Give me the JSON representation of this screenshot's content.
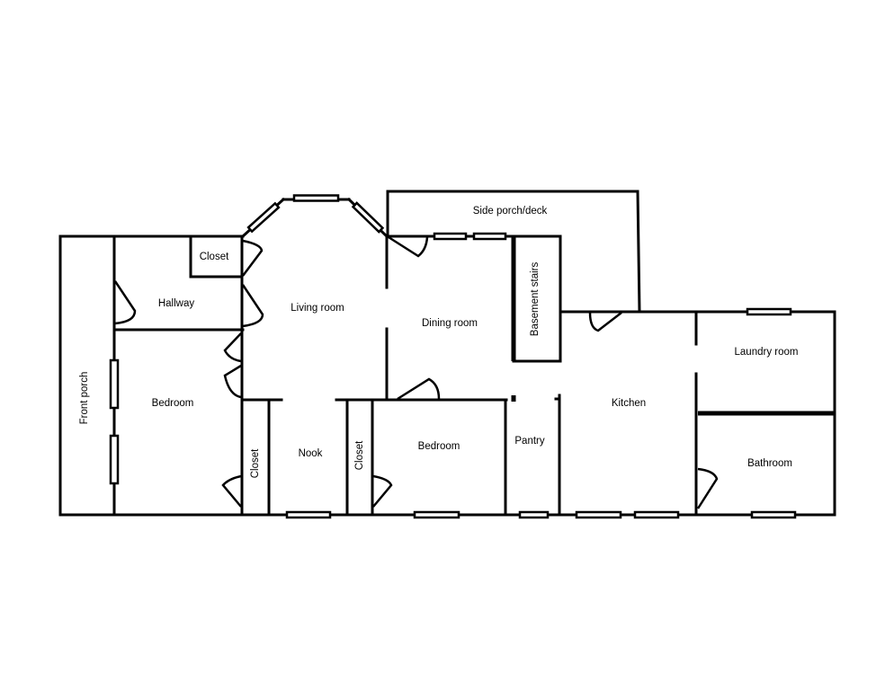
{
  "diagram": {
    "type": "floor-plan",
    "colors": {
      "line": "#000000",
      "background": "#ffffff"
    },
    "rooms": [
      {
        "id": "front-porch",
        "label": "Front porch",
        "orientation": "vertical"
      },
      {
        "id": "hallway",
        "label": "Hallway"
      },
      {
        "id": "closet-hall",
        "label": "Closet"
      },
      {
        "id": "living-room",
        "label": "Living room"
      },
      {
        "id": "bedroom-1",
        "label": "Bedroom"
      },
      {
        "id": "closet-left",
        "label": "Closet",
        "orientation": "vertical"
      },
      {
        "id": "nook",
        "label": "Nook"
      },
      {
        "id": "closet-right",
        "label": "Closet",
        "orientation": "vertical"
      },
      {
        "id": "bedroom-2",
        "label": "Bedroom"
      },
      {
        "id": "side-porch",
        "label": "Side porch/deck"
      },
      {
        "id": "dining-room",
        "label": "Dining room"
      },
      {
        "id": "basement-stairs",
        "label": "Basement stairs",
        "orientation": "vertical"
      },
      {
        "id": "pantry",
        "label": "Pantry"
      },
      {
        "id": "kitchen",
        "label": "Kitchen"
      },
      {
        "id": "laundry-room",
        "label": "Laundry room"
      },
      {
        "id": "bathroom",
        "label": "Bathroom"
      }
    ]
  }
}
